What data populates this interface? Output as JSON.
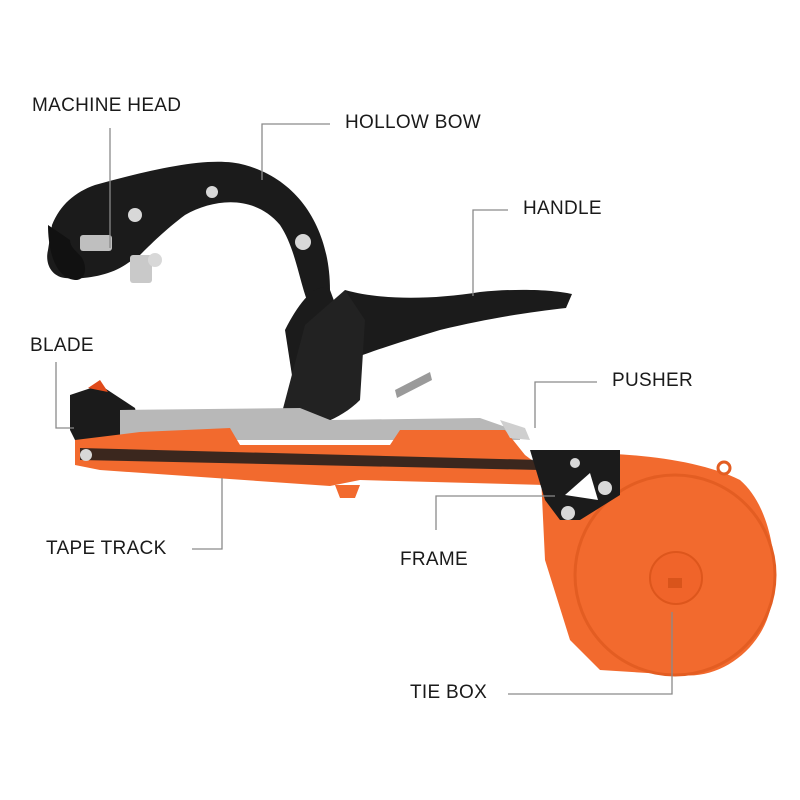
{
  "labels": {
    "machine_head": "MACHINE HEAD",
    "hollow_bow": "HOLLOW BOW",
    "handle": "HANDLE",
    "blade": "BLADE",
    "pusher": "PUSHER",
    "tape_track": "TAPE TRACK",
    "frame": "FRAME",
    "tie_box": "TIE BOX"
  },
  "colors": {
    "body_orange": "#f26a2e",
    "black": "#1b1b1b",
    "leader_line": "#8a8a8a",
    "label_text": "#1a1a1a"
  }
}
